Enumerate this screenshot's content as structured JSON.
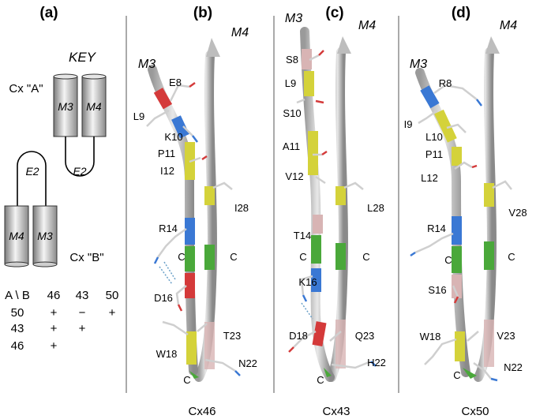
{
  "panels": {
    "a": "(a)",
    "b": "(b)",
    "c": "(c)",
    "d": "(d)"
  },
  "key": {
    "title": "KEY",
    "cx_a": "Cx \"A\"",
    "cx_b": "Cx \"B\"",
    "m3": "M3",
    "m4": "M4",
    "e2": "E2"
  },
  "table": {
    "header": [
      "A \\ B",
      "46",
      "43",
      "50"
    ],
    "rows": [
      [
        "50",
        "+",
        "−",
        "+"
      ],
      [
        "43",
        "+",
        "+",
        ""
      ],
      [
        "46",
        "+",
        "",
        ""
      ]
    ]
  },
  "ribbon_labels": {
    "b": {
      "m3": "M3",
      "m4": "M4",
      "residues": [
        "E8",
        "L9",
        "K10",
        "P11",
        "I12",
        "R14",
        "C",
        "D16",
        "W18",
        "C",
        "T23",
        "N22",
        "C",
        "I28"
      ]
    },
    "c": {
      "m3": "M3",
      "m4": "M4",
      "residues": [
        "S8",
        "L9",
        "S10",
        "A11",
        "V12",
        "T14",
        "C",
        "K16",
        "D18",
        "C",
        "Q23",
        "H22",
        "C",
        "L28"
      ]
    },
    "d": {
      "m3": "M3",
      "m4": "M4",
      "residues": [
        "R8",
        "I9",
        "L10",
        "P11",
        "L12",
        "R14",
        "C",
        "S16",
        "W18",
        "C",
        "V23",
        "N22",
        "C",
        "V28"
      ]
    }
  },
  "captions": {
    "b": "Cx46",
    "c": "Cx43",
    "d": "Cx50"
  },
  "colors": {
    "ribbon": "#c8c8c8",
    "yellow": "#d4d23a",
    "blue": "#3a78d4",
    "red": "#d43a3a",
    "green": "#4aa83a",
    "pink": "#d8b4b4",
    "divider": "#555555"
  }
}
